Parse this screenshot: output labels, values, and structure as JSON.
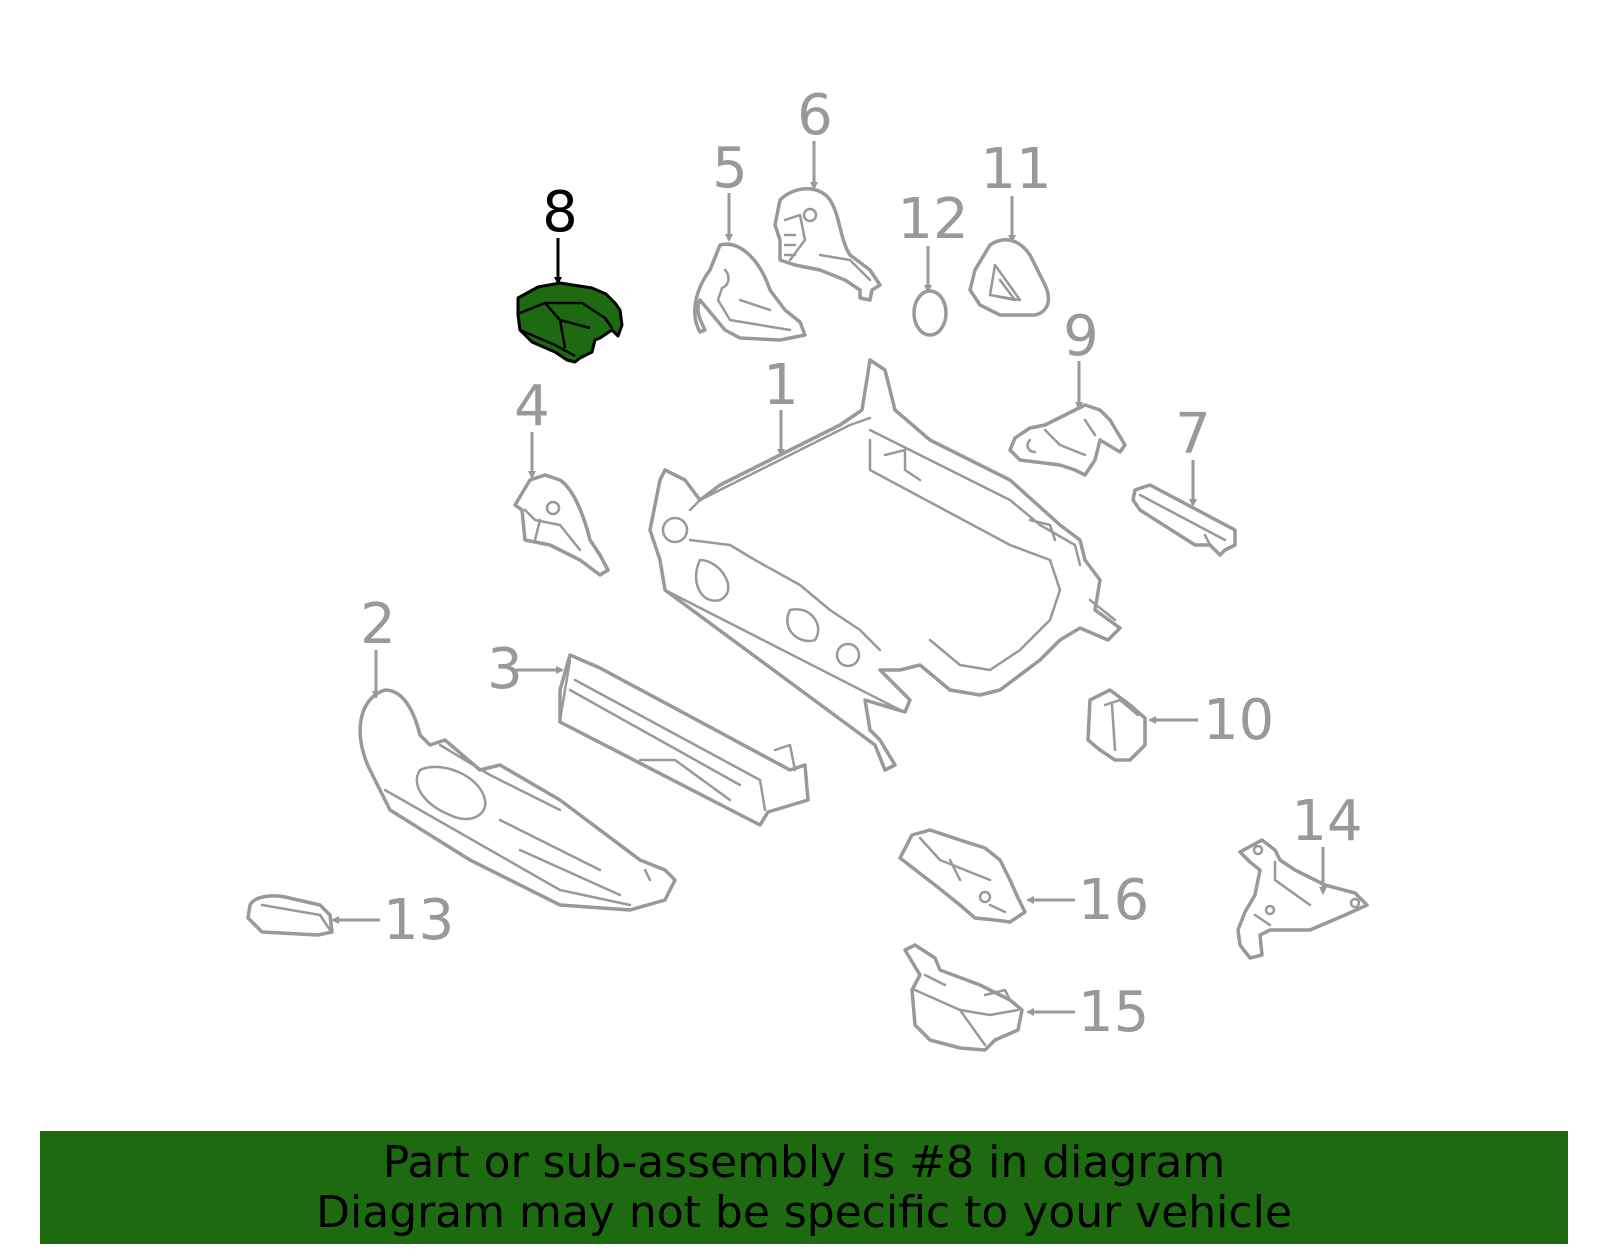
{
  "diagram": {
    "highlighted_callout": "8",
    "highlight_color": "#1e6a10",
    "callout_numbers": [
      "1",
      "2",
      "3",
      "4",
      "5",
      "6",
      "7",
      "8",
      "9",
      "10",
      "11",
      "12",
      "13",
      "14",
      "15",
      "16"
    ]
  },
  "banner": {
    "line1": "Part or sub-assembly is #8 in diagram",
    "line2": "Diagram may not be specific to your vehicle",
    "background_color": "#1e6a10"
  }
}
